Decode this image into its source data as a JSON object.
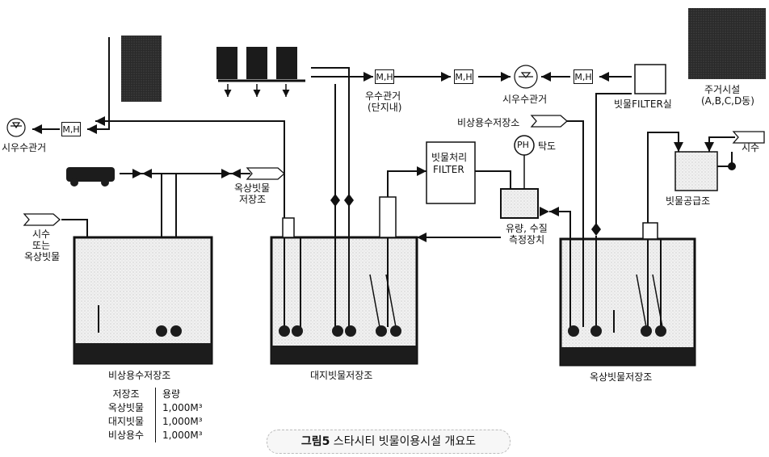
{
  "labels": {
    "sewer_left": "시우수관거",
    "mh": "M,H",
    "stormwater_complex": "우수관거",
    "stormwater_complex_sub": "(단지내)",
    "sewer_right": "시우수관거",
    "rain_filter_room": "빗물FILTER실",
    "residential": "주거시설",
    "residential_sub": "(A,B,C,D동)",
    "emergency_storage_top": "비상용수저장소",
    "ph": "PH",
    "turbidity": "탁도",
    "treatment_filter_1": "빗물처리",
    "treatment_filter_2": "FILTER",
    "city_water": "시수",
    "rain_supply_tank": "빗물공급조",
    "rooftop_rain_arrow_1": "옥상빗물",
    "rooftop_rain_arrow_2": "저장조",
    "city_or_roof_1": "시수",
    "city_or_roof_2": "또는",
    "city_or_roof_3": "옥상빗물",
    "flow_quality_1": "유량, 수질",
    "flow_quality_2": "측정장치",
    "tank_emergency": "비상용수저장조",
    "tank_ground": "대지빗물저장조",
    "tank_roof": "옥상빗물저장조"
  },
  "capacity_table": {
    "headers": [
      "저장조",
      "용량"
    ],
    "rows": [
      [
        "옥상빗물",
        "1,000M³"
      ],
      [
        "대지빗물",
        "1,000M³"
      ],
      [
        "비상용수",
        "1,000M³"
      ]
    ]
  },
  "caption": {
    "prefix": "그림5",
    "text": " 스타시티 빗물이용시설 개요도"
  }
}
